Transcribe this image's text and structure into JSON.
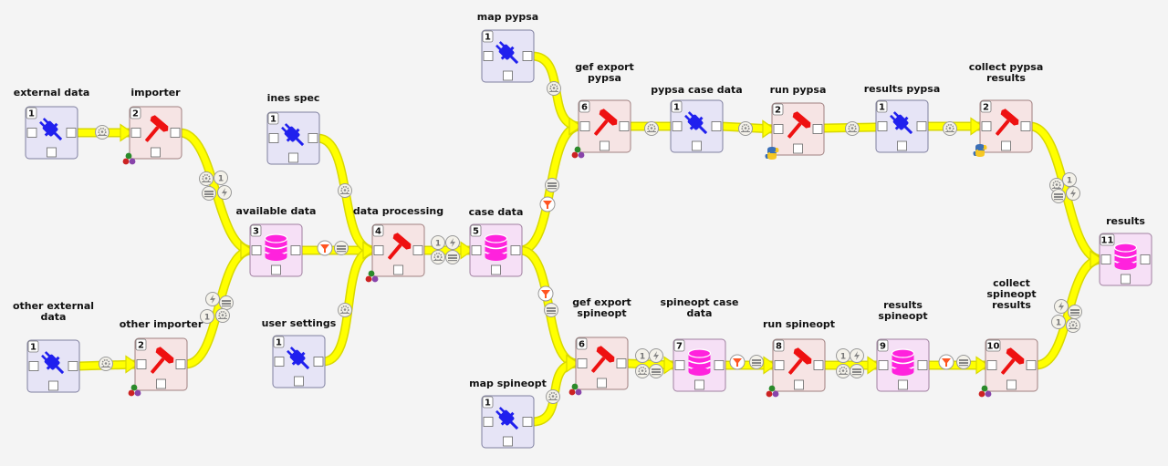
{
  "colors": {
    "link": "#ffff00",
    "link_edge": "#d8d800",
    "importer_fill": "#e6e4f6",
    "importer_edge": "#7f7f9f",
    "tool_fill": "#f6e4e4",
    "tool_edge": "#a08080",
    "store_fill": "#f6e0f6",
    "store_edge": "#a080a0",
    "plug": "#2020ee",
    "hammer": "#ee1111",
    "db": "#ff22dd"
  },
  "nodes": [
    {
      "id": "external_data",
      "label": [
        "external data"
      ],
      "badge": "1",
      "kind": "importer"
    },
    {
      "id": "importer",
      "label": [
        "importer"
      ],
      "badge": "2",
      "kind": "tool",
      "dots": true
    },
    {
      "id": "other_external_data",
      "label": [
        "other external",
        "data"
      ],
      "badge": "1",
      "kind": "importer"
    },
    {
      "id": "other_importer",
      "label": [
        "other importer"
      ],
      "badge": "2",
      "kind": "tool",
      "dots": true
    },
    {
      "id": "available_data",
      "label": [
        "available data"
      ],
      "badge": "3",
      "kind": "store"
    },
    {
      "id": "ines_spec",
      "label": [
        "ines spec"
      ],
      "badge": "1",
      "kind": "importer"
    },
    {
      "id": "user_settings",
      "label": [
        "user settings"
      ],
      "badge": "1",
      "kind": "importer"
    },
    {
      "id": "data_processing",
      "label": [
        "data processing"
      ],
      "badge": "4",
      "kind": "tool",
      "dots": true
    },
    {
      "id": "case_data",
      "label": [
        "case data"
      ],
      "badge": "5",
      "kind": "store"
    },
    {
      "id": "map_pypsa",
      "label": [
        "map pypsa"
      ],
      "badge": "1",
      "kind": "importer"
    },
    {
      "id": "gef_export_pypsa",
      "label": [
        "gef export",
        "pypsa"
      ],
      "badge": "6",
      "kind": "tool",
      "dots": true
    },
    {
      "id": "pypsa_case_data",
      "label": [
        "pypsa case data"
      ],
      "badge": "1",
      "kind": "importer"
    },
    {
      "id": "run_pypsa",
      "label": [
        "run pypsa"
      ],
      "badge": "2",
      "kind": "tool",
      "python": true
    },
    {
      "id": "results_pypsa",
      "label": [
        "results pypsa"
      ],
      "badge": "1",
      "kind": "importer"
    },
    {
      "id": "collect_pypsa_results",
      "label": [
        "collect pypsa",
        "results"
      ],
      "badge": "2",
      "kind": "tool",
      "python": true
    },
    {
      "id": "results",
      "label": [
        "results"
      ],
      "badge": "11",
      "kind": "store"
    },
    {
      "id": "gef_export_spineopt",
      "label": [
        "gef export",
        "spineopt"
      ],
      "badge": "6",
      "kind": "tool",
      "dots": true
    },
    {
      "id": "map_spineopt",
      "label": [
        "map spineopt"
      ],
      "badge": "1",
      "kind": "importer"
    },
    {
      "id": "spineopt_case_data",
      "label": [
        "spineopt case",
        "data"
      ],
      "badge": "7",
      "kind": "store"
    },
    {
      "id": "run_spineopt",
      "label": [
        "run spineopt"
      ],
      "badge": "8",
      "kind": "tool",
      "dots": true
    },
    {
      "id": "results_spineopt",
      "label": [
        "results",
        "spineopt"
      ],
      "badge": "9",
      "kind": "store"
    },
    {
      "id": "collect_spineopt_results",
      "label": [
        "collect",
        "spineopt",
        "results"
      ],
      "badge": "10",
      "kind": "tool",
      "dots": true
    }
  ],
  "links": [
    {
      "id": "l1",
      "from": "external_data",
      "to": "importer",
      "icons": [
        "gear"
      ]
    },
    {
      "id": "l2",
      "from": "other_external_data",
      "to": "other_importer",
      "icons": [
        "gear"
      ]
    },
    {
      "id": "l3",
      "from": "importer",
      "to": "available_data",
      "icons": [
        "gear",
        "one",
        "db",
        "bolt"
      ]
    },
    {
      "id": "l4",
      "from": "other_importer",
      "to": "available_data",
      "icons": [
        "bolt",
        "db",
        "one",
        "gear"
      ]
    },
    {
      "id": "l5",
      "from": "available_data",
      "to": "data_processing",
      "icons": [
        "filter",
        "db"
      ]
    },
    {
      "id": "l6",
      "from": "ines_spec",
      "to": "data_processing",
      "icons": [
        "gear"
      ]
    },
    {
      "id": "l7",
      "from": "user_settings",
      "to": "data_processing",
      "icons": [
        "gear"
      ]
    },
    {
      "id": "l8",
      "from": "data_processing",
      "to": "case_data",
      "icons": [
        "one",
        "bolt",
        "gear",
        "db"
      ]
    },
    {
      "id": "l9",
      "from": "case_data",
      "to": "gef_export_pypsa",
      "icons": [
        "db",
        "filter"
      ]
    },
    {
      "id": "l10",
      "from": "map_pypsa",
      "to": "gef_export_pypsa",
      "icons": [
        "gear"
      ]
    },
    {
      "id": "l11",
      "from": "pypsa_case_data",
      "to": "gef_export_pypsa",
      "icons": [
        "gear"
      ]
    },
    {
      "id": "l12",
      "from": "pypsa_case_data",
      "to": "run_pypsa",
      "icons": [
        "gear"
      ]
    },
    {
      "id": "l13",
      "from": "results_pypsa",
      "to": "run_pypsa",
      "icons": [
        "gear"
      ]
    },
    {
      "id": "l14",
      "from": "results_pypsa",
      "to": "collect_pypsa_results",
      "icons": [
        "gear"
      ]
    },
    {
      "id": "l15",
      "from": "collect_pypsa_results",
      "to": "results",
      "icons": [
        "gear",
        "one",
        "db",
        "bolt"
      ]
    },
    {
      "id": "l16",
      "from": "case_data",
      "to": "gef_export_spineopt",
      "icons": [
        "filter",
        "db"
      ]
    },
    {
      "id": "l17",
      "from": "map_spineopt",
      "to": "gef_export_spineopt",
      "icons": [
        "gear"
      ]
    },
    {
      "id": "l18",
      "from": "gef_export_spineopt",
      "to": "spineopt_case_data",
      "icons": [
        "one",
        "bolt",
        "gear",
        "db"
      ]
    },
    {
      "id": "l19",
      "from": "spineopt_case_data",
      "to": "run_spineopt",
      "icons": [
        "filter",
        "db"
      ]
    },
    {
      "id": "l20",
      "from": "run_spineopt",
      "to": "results_spineopt",
      "icons": [
        "one",
        "bolt",
        "gear",
        "db"
      ]
    },
    {
      "id": "l21",
      "from": "results_spineopt",
      "to": "collect_spineopt_results",
      "icons": [
        "filter",
        "db"
      ]
    },
    {
      "id": "l22",
      "from": "collect_spineopt_results",
      "to": "results",
      "icons": [
        "bolt",
        "db",
        "one",
        "gear"
      ]
    }
  ]
}
